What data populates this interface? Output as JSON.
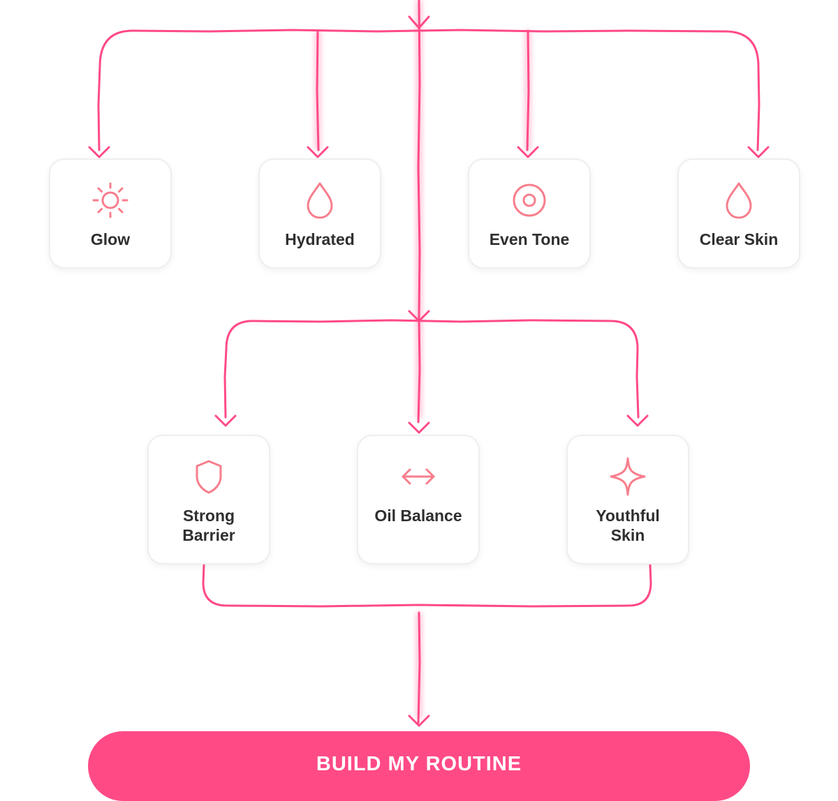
{
  "colors": {
    "accent": "#ff4a86",
    "icon": "#f87e8c",
    "card_border": "#eeeeee",
    "label": "#2f2f2f"
  },
  "goals_top": [
    {
      "label": "Glow",
      "icon": "sun-icon"
    },
    {
      "label": "Hydrated",
      "icon": "drop-icon"
    },
    {
      "label": "Even Tone",
      "icon": "target-icon"
    },
    {
      "label": "Clear Skin",
      "icon": "drop-icon"
    }
  ],
  "goals_bottom": [
    {
      "label": "Strong Barrier",
      "icon": "shield-icon"
    },
    {
      "label": "Oil Balance",
      "icon": "arrows-horizontal-icon"
    },
    {
      "label": "Youthful Skin",
      "icon": "sparkle-icon"
    }
  ],
  "cta": {
    "label": "BUILD MY ROUTINE"
  }
}
